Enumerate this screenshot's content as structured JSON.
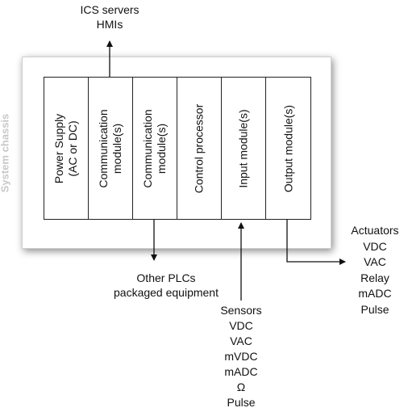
{
  "chassis_label": "System chassis",
  "modules": [
    {
      "lines": [
        "Power Supply",
        "(AC or DC)"
      ]
    },
    {
      "lines": [
        "Communication",
        "module(s)"
      ]
    },
    {
      "lines": [
        "Communication",
        "module(s)"
      ]
    },
    {
      "lines": [
        "Control processor"
      ]
    },
    {
      "lines": [
        "Input module(s)"
      ]
    },
    {
      "lines": [
        "Output module(s)"
      ]
    }
  ],
  "top_label": [
    "ICS servers",
    "HMIs"
  ],
  "plc_label": [
    "Other PLCs",
    "packaged equipment"
  ],
  "sensors_label": [
    "Sensors",
    "VDC",
    "VAC",
    "mVDC",
    "mADC",
    "Ω",
    "Pulse"
  ],
  "actuators_label": [
    "Actuators",
    "VDC",
    "VAC",
    "Relay",
    "mADC",
    "Pulse"
  ]
}
